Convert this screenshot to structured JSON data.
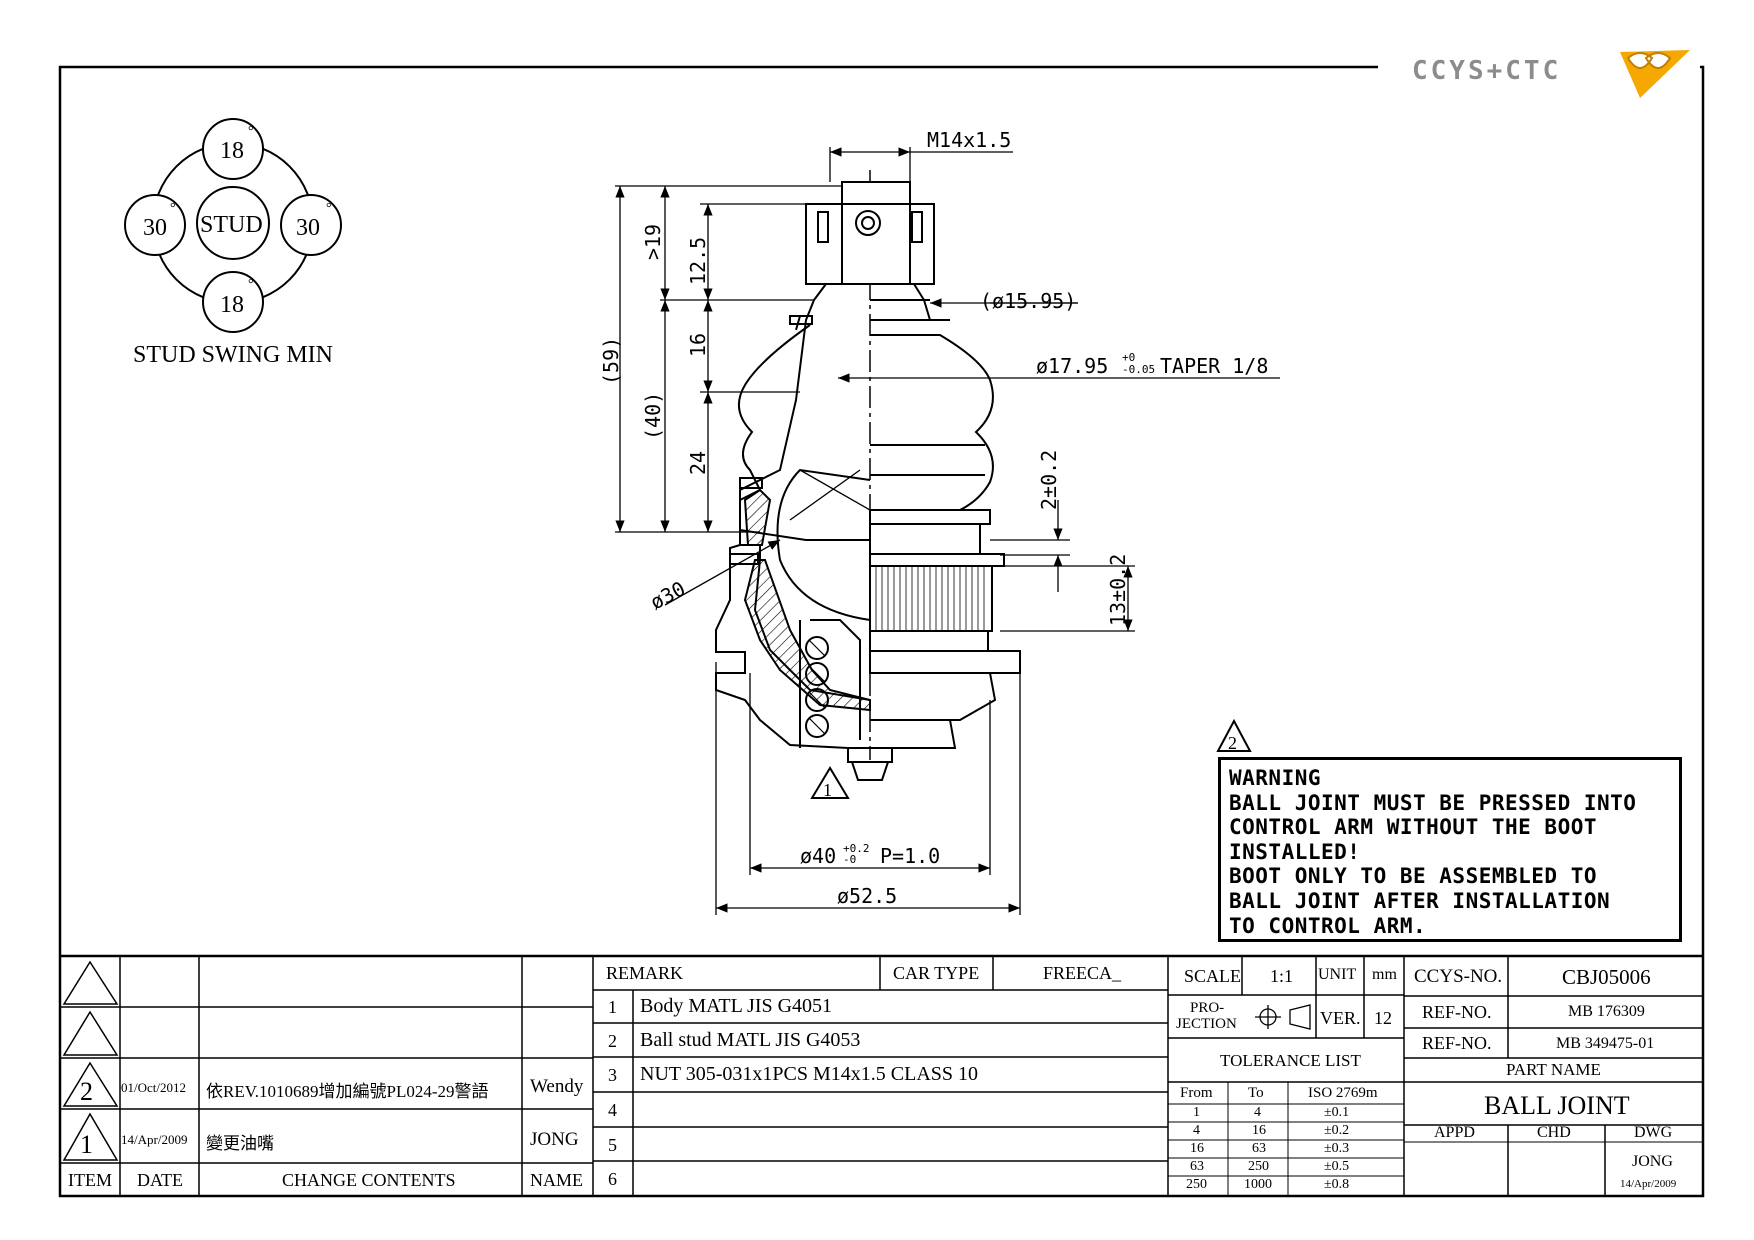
{
  "logo": {
    "text": "CCYS+CTC",
    "accent": "#f5a800"
  },
  "swing": {
    "top": "18",
    "bottom": "18",
    "left": "30",
    "right": "30",
    "center": "STUD",
    "degree": "°",
    "caption": "STUD SWING MIN"
  },
  "dims": {
    "thread": "M14x1.5",
    "d1595": "(ø15.95)",
    "taper": "ø17.95",
    "taper_tol_up": "+0",
    "taper_tol_dn": "-0.05",
    "taper_suffix": "TAPER 1/8",
    "d19": "19",
    "d19_prefix": ">",
    "d125": "12.5",
    "d16": "16",
    "d24": "24",
    "d59": "(59)",
    "d40p": "(40)",
    "d2": "2±0.2",
    "d13": "13±0.2",
    "d30": "ø30",
    "d40": "ø40",
    "d40_tol_up": "+0.2",
    "d40_tol_dn": "-0",
    "pitch": "P=1.0",
    "d525": "ø52.5",
    "rev1": "1",
    "rev2": "2"
  },
  "warning": {
    "lines": [
      "WARNING",
      "BALL JOINT MUST BE PRESSED INTO",
      "CONTROL ARM WITHOUT THE BOOT",
      "INSTALLED!",
      "BOOT ONLY TO BE ASSEMBLED TO",
      "BALL JOINT AFTER INSTALLATION",
      "TO CONTROL ARM."
    ]
  },
  "revisions": {
    "rows": [
      {
        "item": "2",
        "date": "01/Oct/2012",
        "content": "依REV.1010689增加編號PL024-29警語",
        "name": "Wendy"
      },
      {
        "item": "1",
        "date": "14/Apr/2009",
        "content": "變更油嘴",
        "name": "JONG"
      }
    ],
    "headers": {
      "item": "ITEM",
      "date": "DATE",
      "content": "CHANGE CONTENTS",
      "name": "NAME"
    }
  },
  "remarks": {
    "header": "REMARK",
    "car_type_label": "CAR TYPE",
    "car_type": "FREECA_",
    "rows": [
      {
        "num": "1",
        "text": "Body MATL JIS G4051"
      },
      {
        "num": "2",
        "text": "Ball stud MATL JIS G4053"
      },
      {
        "num": "3",
        "text": "NUT 305-031x1PCS M14x1.5 CLASS 10"
      },
      {
        "num": "4",
        "text": ""
      },
      {
        "num": "5",
        "text": ""
      },
      {
        "num": "6",
        "text": ""
      }
    ]
  },
  "spec": {
    "scale_label": "SCALE",
    "scale": "1:1",
    "unit_label": "UNIT",
    "unit": "mm",
    "proj_label1": "PRO-",
    "proj_label2": "JECTION",
    "ver_label": "VER.",
    "ver": "12",
    "tolerance_title": "TOLERANCE LIST",
    "tol_headers": [
      "From",
      "To",
      "ISO 2769m"
    ],
    "tol_rows": [
      [
        "1",
        "4",
        "±0.1"
      ],
      [
        "4",
        "16",
        "±0.2"
      ],
      [
        "16",
        "63",
        "±0.3"
      ],
      [
        "63",
        "250",
        "±0.5"
      ],
      [
        "250",
        "1000",
        "±0.8"
      ]
    ]
  },
  "ident": {
    "ccys_label": "CCYS-NO.",
    "ccys": "CBJ05006",
    "ref_label": "REF-NO.",
    "ref1": "MB 176309",
    "ref2": "MB 349475-01",
    "part_label": "PART NAME",
    "part": "BALL JOINT",
    "appd": "APPD",
    "chd": "CHD",
    "dwg": "DWG",
    "drawn_by": "JONG",
    "drawn_date": "14/Apr/2009"
  }
}
